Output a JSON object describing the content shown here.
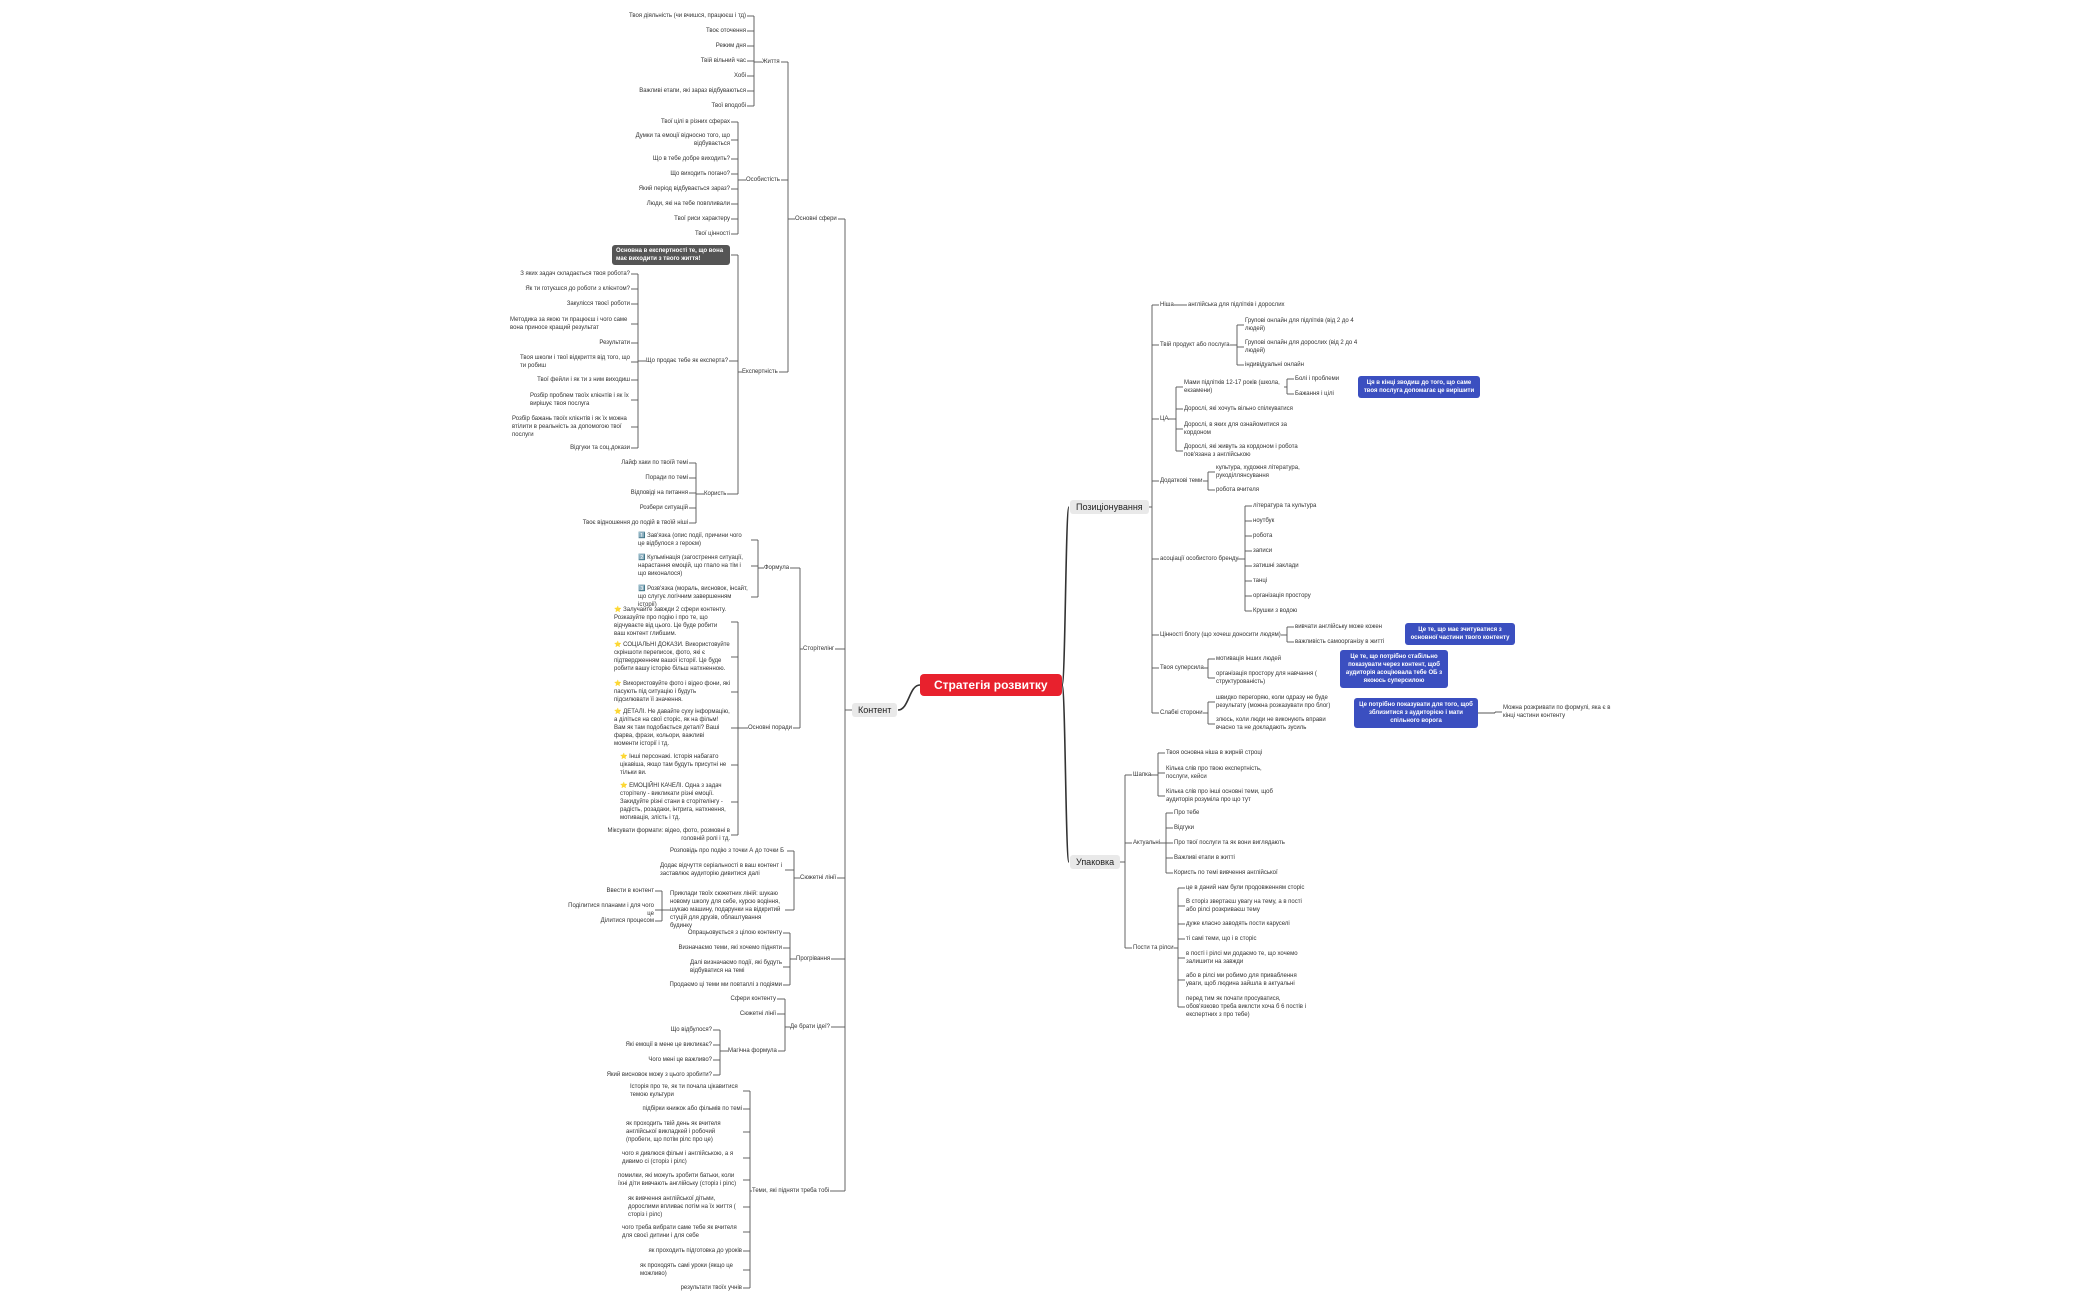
{
  "root": "Стратегія розвитку",
  "main": {
    "positioning": "Позиціонування",
    "packaging": "Упаковка",
    "content": "Контент"
  },
  "positioning": {
    "niche": "Ніша",
    "niche_val": "англійська для підлітків і дорослих",
    "product": "Твій продукт або послуга",
    "product_items": [
      "Групові онлайн для підлітків (від 2 до 4 людей)",
      "Групові онлайн для дорослих (від 2 до 4 людей)",
      "індивідуальні онлайн"
    ],
    "ca": "ЦА",
    "ca_teens": "Мами підлітків 12-17 років (школа, екзамени)",
    "ca_teens_sub": [
      "Болі і проблеми",
      "Бажання і цілі"
    ],
    "ca_callout": "Ця в кінці зводиш до того, що саме твоя послуга допомагає це вирішити",
    "ca_items": [
      "Дорослі, які хочуть вільно спілкуватися",
      "Дорослі, в яких для ознайомитися за кордоном",
      "Дорослі, які живуть за кордоном і робота пов'язана з англійською"
    ],
    "extra": "Додаткові теми",
    "extra_items": [
      "культура, художня література, рукоділлянсування",
      "робота вчителя"
    ],
    "assoc": "асоціації особистого бренду",
    "assoc_items": [
      "література та культура",
      "ноутбук",
      "робота",
      "записи",
      "затишні заклади",
      "танці",
      "організація простору",
      "Крушки з водою"
    ],
    "values": "Цінності блогу (що хочеш доносити людям)",
    "values_items": [
      "вивчати англійську може кожен",
      "важливість самоорганізу в житті"
    ],
    "values_callout": "Це те, що має зчитуватися з основної частини твого контенту",
    "strengths": "Твоя суперсила",
    "strengths_items": [
      "мотивація інших людей",
      "організація простору для навчання ( структурованість)"
    ],
    "strengths_callout": "Це те, що потрібно стабільно показувати через контент, щоб аудиторія асоціювала тебе ОБ з якоюсь суперсилою",
    "weak": "Слабкі сторони",
    "weak_items": [
      "швидко перегоряю, коли одразу не буде результату (можна розказувати про блог)",
      "злюсь, коли люди не виконують вправи вчасно та не докладають зусиль"
    ],
    "weak_callout": "Це потрібно показувати для того, щоб зблизитися з аудиторією і мати спільного ворога",
    "weak_note": "Можна розкривати по формулі, яка є в кінці частини контенту"
  },
  "packaging": {
    "header": "Шапка",
    "header_items": [
      "Твоя основна ніша в жирній строці",
      "Кілька слів про твою експертність, послуги, кейси",
      "Кілька слів про інші основні теми, щоб аудиторія розуміла про що тут"
    ],
    "actual": "Актуальні",
    "actual_items": [
      "Про тебе",
      "Відгуки",
      "Про твої послуги та як вони виглядають",
      "Важливі етапи в житті",
      "Користь по темі вивчення англійської"
    ],
    "posts": "Пости та рілси",
    "posts_items": [
      "це в даний нам були продовженням сторіс",
      "В сторіз звертаєш увагу на тему, а в пості або рілсі розкриваєш тему",
      "дуже класно заводять пости каруселі",
      "ті самі теми, що і в сторіс",
      "в пості і рілсі ми додаємо те, що хочемо залишити на завжди",
      "або в рілсі ми робимо для приваблення уваги, щоб людина зайшла в актуальні",
      "перед тим як почати просуватися, обов'язково треба виклсти хоча б 6 постів і експертних з про тебе)"
    ]
  },
  "content": {
    "spheres": "Основні сфери",
    "life": "Життя",
    "life_items": [
      "Твоя діяльність (чи вчишся, працюєш і тд)",
      "Твоє оточення",
      "Режим дня",
      "Твій вільний час",
      "Хобі",
      "Важливі етапи, які зараз відбуваються",
      "Твої вподобі"
    ],
    "features": "Особистість",
    "features_items": [
      "Твої цілі в різних сферах",
      "Думки та емоції відносно того, що відбувається",
      "Що в тебе добре виходить?",
      "Що виходить погано?",
      "Який період відбувається зараз?",
      "Люди, які на тебе повпливали",
      "Твої риси характеру",
      "Твої цінності"
    ],
    "expertise": "Експертність",
    "expertise_note": "Основна в експертності те, що вона має виходити з твого життя!",
    "sells": "Що продає тебе як експерта?",
    "sells_items": [
      "З яких задач складається твоя робота?",
      "Як ти готуєшся до роботи з клієнтом?",
      "Закулісся твоєї роботи",
      "Методика за якою ти працюєш і чого саме вона приносе кращий результат",
      "Результати",
      "Твоя школи і твої відкриття від того, що ти робиш",
      "Твої фейли і як ти з ним виходиш",
      "Розбір проблем твоїх клієнтів і як їх вирішує твоя послуга",
      "Розбір бажань твоїх клієнтів і як їх можна втілити в реальність за допомогою твої послуги",
      "Відгуки та соц.докази"
    ],
    "useful": "Користь",
    "useful_items": [
      "Лайф хаки по твоїй темі",
      "Поради по темі",
      "Відповіді на питання",
      "Розбери ситуацій",
      "Твоє відношення до подій в твоїй ніші"
    ],
    "storytelling": "Сторітелінг",
    "formula": "Формула",
    "formula_items": [
      "1️⃣ Зав'язка (опис події, причини чого це відбулося з героєм)",
      "2️⃣ Кульмінація (загострення ситуації, нарастання емоцій, що гпало на тім і що виконалося)",
      "3️⃣ Розв'язка (мораль, висновок, інсайт, що слугує логічним завершенням історії)"
    ],
    "tips": "Основні поради",
    "tips_items": [
      "⭐ Залучайте завжди 2 сфери контенту. Розказуйте про подію і про те, що відчуваєте від цього. Це буде робити ваш контент глибшим.",
      "⭐ СОЦІАЛЬНІ ДОКАЗИ. Використовуйте скріншоти переписок, фото, які є підтвердженням вашої історії. Це буде робити вашу історію більш натхненною.",
      "⭐ Використовуйте фото і відео фони, які пасують під ситуацію і будуть підсилювати її значення.",
      "⭐ ДЕТАЛІ. Не давайте суху інформацію, а діліться на свої сторіс, як на фільм! Вам як там подобається деталі? Ваші фарва, фрази, кольори, важливі моменти історії і тд.",
      "⭐ Інші персонажі. Історія набагато цікавіша, якщо там будуть присутні не тільки ви.",
      "⭐ ЕМОЦІЙНІ КАЧЕЛІ. Одна з задач сторітелу - викликати різні емоції. Закидуйте різні стани в сторітелінгу - радість, розадаки, інтрига, натхнення, мотивація, злість і тд.",
      "Міксувати формати: відео, фото, розмовні в головній ролі і тд."
    ],
    "warm": "Сюжетні лінії",
    "warm_items": [
      "Розповідь про подію з точки А до точки Б",
      "Додає відчуття серіальності в ваш контент і заставлює аудиторію дивитися далі"
    ],
    "warm_sub": "Приклади твоїх сюжетних ліній: шукаю новому школу для себе, курсю водіння, шукаю машину, подарунки на відкритий стуцій для друзів, облаштування будинку",
    "warm_sub_items": [
      "Ввести в контент",
      "Поділитися планами і для чого це",
      "Ділитися процесом"
    ],
    "engage": "Прогрівання",
    "engage_items": [
      "Опрацьовується з цілою контенту",
      "Визначаємо теми, які хочемо підняти",
      "Далі визначаємо події, які будуть відбуватися на темі",
      "Продаємо ці теми ми повтаплі з подіями"
    ],
    "where": "Де брати ідеї?",
    "where_items": [
      "Сфери контенту",
      "Сюжетні лінії"
    ],
    "magic": "Магічна формула",
    "magic_items": [
      "Що відбулося?",
      "Які емоції в мене це викликає?",
      "Чого мені це важливо?",
      "Який висновок можу з цього зробити?"
    ],
    "topics": "Теми, які підняти треба тобі",
    "topics_items": [
      "Історія про те, як ти почала цікавитися темою культури",
      "підбірки книжок або фільмів по темі",
      "як проходить твій день як вчителя англійської викладкей і робочий (пробеги, що потім рілс про це)",
      "чого я дивлюся фільм і англійською, а я дивимо сі (сторіз і рілс)",
      "помилки, які можуть зробити батьки, коли їхні діти вивчають англійську (сторіз і рілс)",
      "як вивчення англійської дітьми, дорослими впливає потім на їх життя ( сторіз і рілс)",
      "чого треба вибрати саме тебе як вчителя для своєї дитини і для себе",
      "як проходить підготовка до уроків",
      "як проходять самі уроки (якщо це можливо)",
      "результати твоїх учнів"
    ]
  }
}
